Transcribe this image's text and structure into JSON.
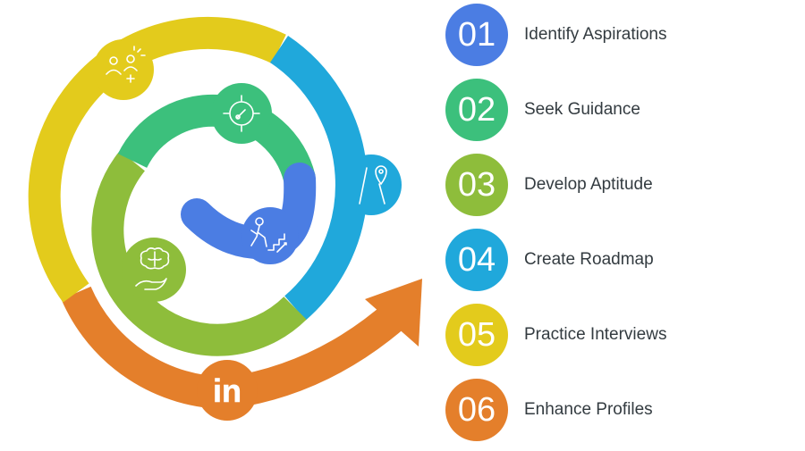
{
  "colors": {
    "blue": "#4b7de3",
    "green": "#3cc07c",
    "lime": "#8ebd3b",
    "cyan": "#20a8db",
    "yellow": "#e3cb1c",
    "orange": "#e47f2b",
    "icon_stroke": "#ffffff"
  },
  "steps": [
    {
      "number": "01",
      "label": "Identify Aspirations",
      "color": "#4b7de3"
    },
    {
      "number": "02",
      "label": "Seek Guidance",
      "color": "#3cc07c"
    },
    {
      "number": "03",
      "label": "Develop Aptitude",
      "color": "#8ebd3b"
    },
    {
      "number": "04",
      "label": "Create Roadmap",
      "color": "#20a8db"
    },
    {
      "number": "05",
      "label": "Practice Interviews",
      "color": "#e3cb1c"
    },
    {
      "number": "06",
      "label": "Enhance Profiles",
      "color": "#e47f2b"
    }
  ],
  "spiral_icons": [
    {
      "name": "climbing-stairs-icon",
      "color": "#4b7de3"
    },
    {
      "name": "compass-target-icon",
      "color": "#3cc07c"
    },
    {
      "name": "brain-hand-icon",
      "color": "#8ebd3b"
    },
    {
      "name": "road-pin-icon",
      "color": "#20a8db"
    },
    {
      "name": "interview-people-icon",
      "color": "#e3cb1c"
    },
    {
      "name": "linkedin-icon",
      "color": "#e47f2b",
      "text": "in"
    }
  ]
}
